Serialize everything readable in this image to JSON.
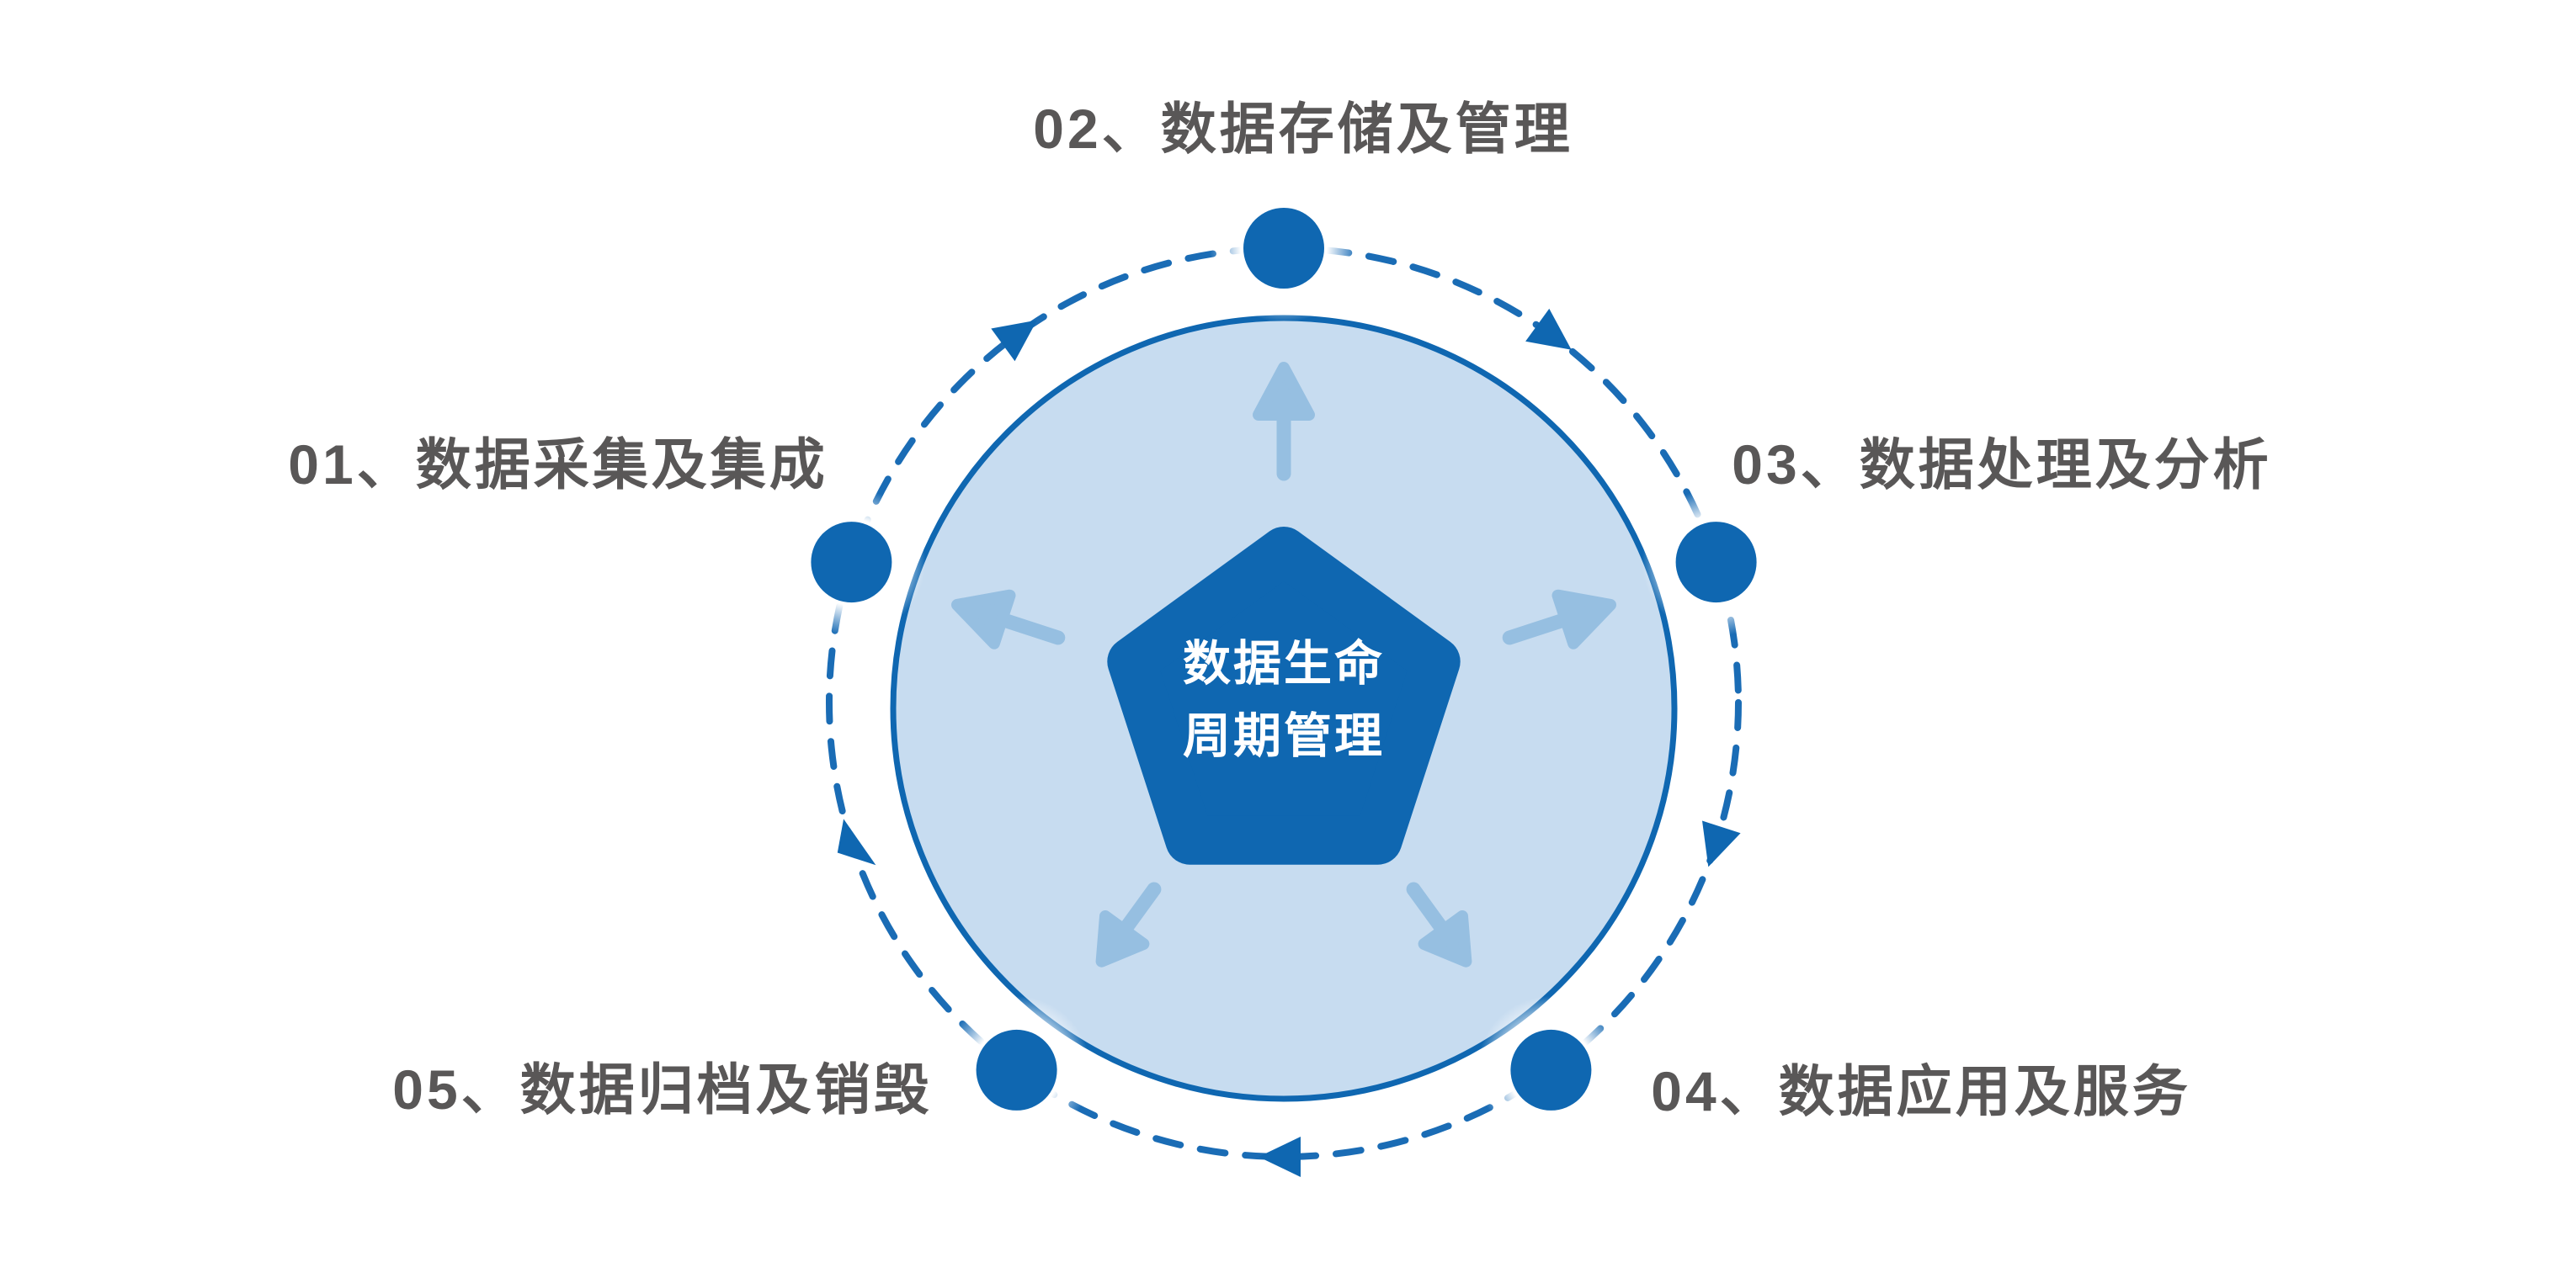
{
  "diagram": {
    "center": {
      "line1": "数据生命",
      "line2": "周期管理"
    },
    "stages": [
      {
        "label": "01、数据采集及集成"
      },
      {
        "label": "02、数据存储及管理"
      },
      {
        "label": "03、数据处理及分析"
      },
      {
        "label": "04、数据应用及服务"
      },
      {
        "label": "05、数据归档及销毁"
      }
    ],
    "colors": {
      "primary_blue": "#0f67b1",
      "ring_blue": "#1a6cb5",
      "disc_fill": "#c7dcf0",
      "inner_arrow": "#96bfe1",
      "label_gray": "#595757",
      "center_text": "#ffffff",
      "background": "#ffffff"
    }
  }
}
